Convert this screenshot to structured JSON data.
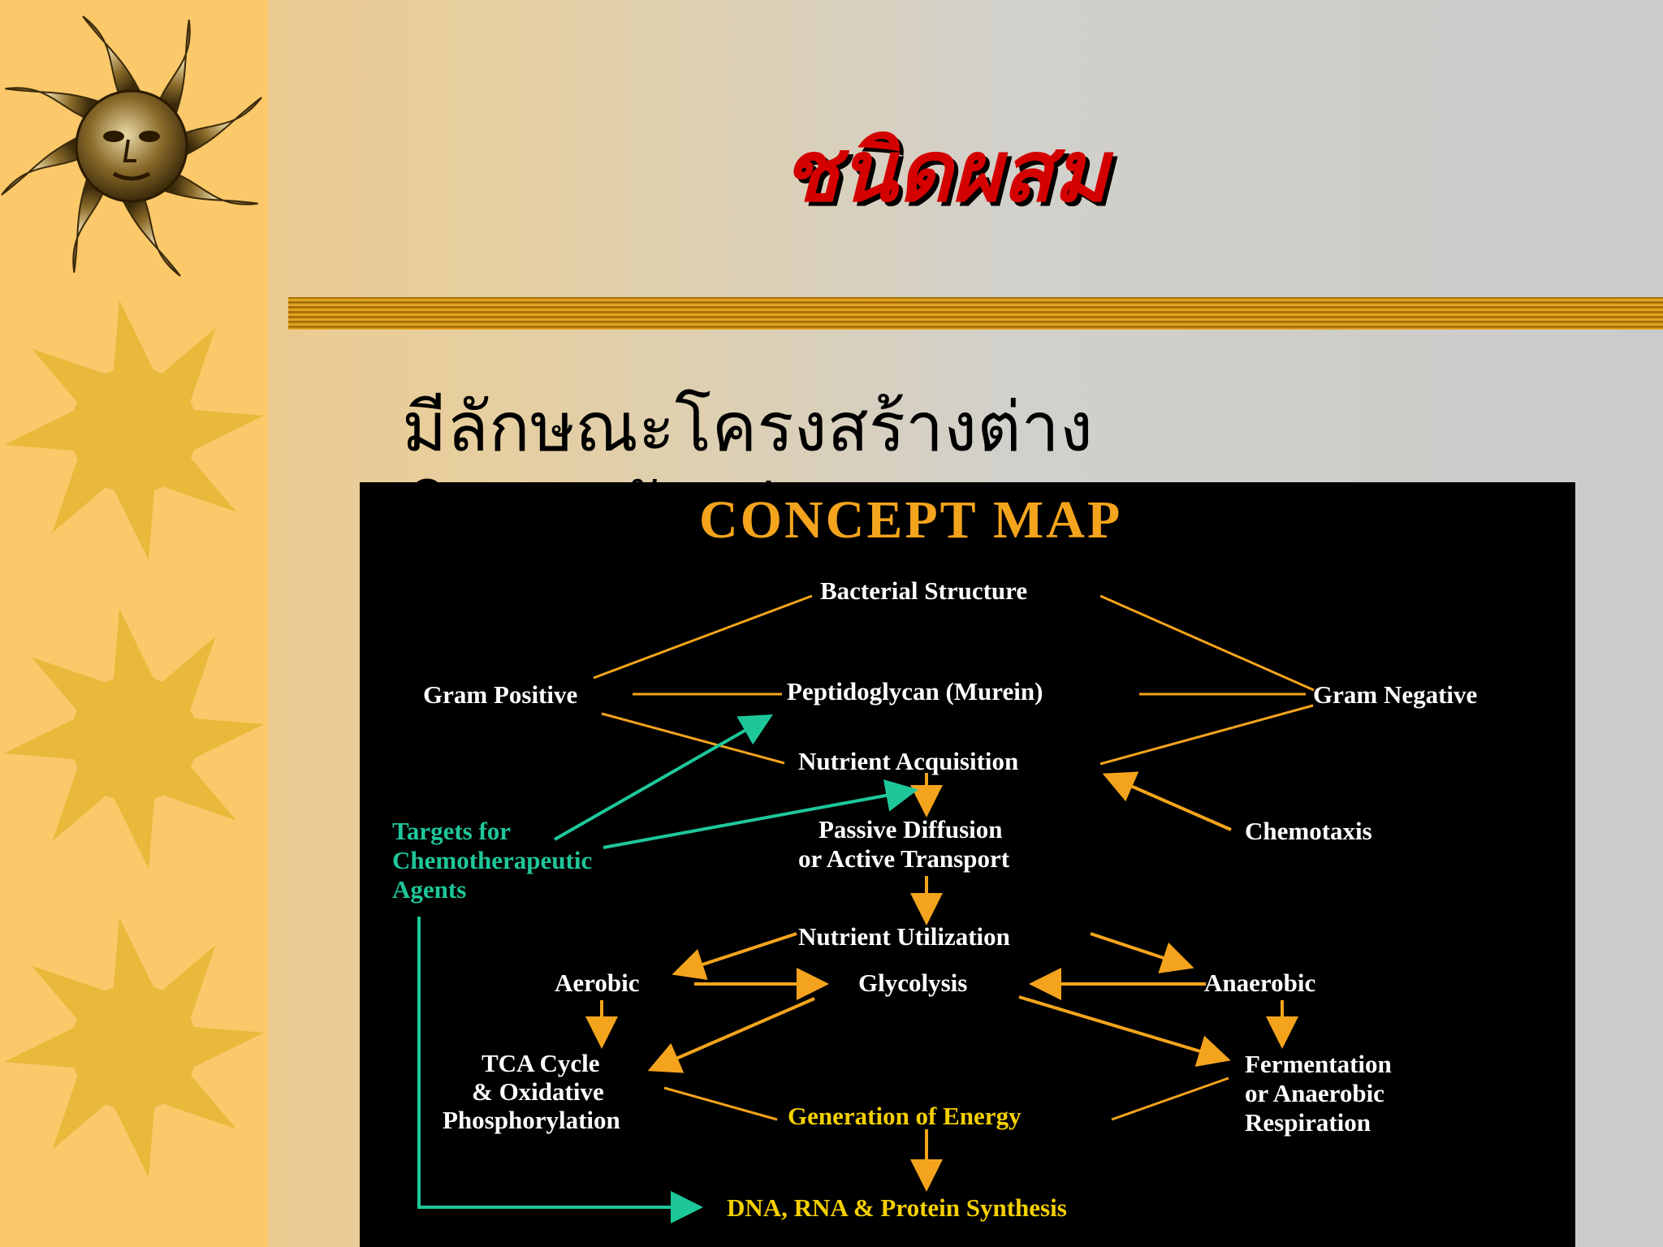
{
  "slide": {
    "title": "ชนิดผสม",
    "subtitle_line1": "มีลักษณะโครงสร้างต่าง",
    "subtitle_line2": "ๆ ผิดจากตัวอย่าง"
  },
  "concept_map": {
    "heading": "CONCEPT MAP",
    "nodes": {
      "bacterial_structure": "Bacterial Structure",
      "gram_positive": "Gram Positive",
      "peptidoglycan": "Peptidoglycan (Murein)",
      "gram_negative": "Gram Negative",
      "nutrient_acquisition": "Nutrient Acquisition",
      "targets_line1": "Targets for",
      "targets_line2": "Chemotherapeutic",
      "targets_line3": "Agents",
      "passive_line1": "Passive Diffusion",
      "passive_line2": "or Active Transport",
      "chemotaxis": "Chemotaxis",
      "nutrient_utilization": "Nutrient Utilization",
      "aerobic": "Aerobic",
      "glycolysis": "Glycolysis",
      "anaerobic": "Anaerobic",
      "tca_line1": "TCA Cycle",
      "tca_line2": "& Oxidative",
      "tca_line3": "Phosphorylation",
      "fermentation_line1": "Fermentation",
      "fermentation_line2": "or Anaerobic",
      "fermentation_line3": "Respiration",
      "generation_of_energy": "Generation of Energy",
      "dna_rna_protein": "DNA, RNA & Protein Synthesis"
    },
    "colors": {
      "background": "#000000",
      "heading": "#f4a41c",
      "connector": "#f4a41c",
      "target_text": "#1ec79a",
      "highlight_text": "#f5d000",
      "node_text": "#ffffff"
    }
  },
  "decor": {
    "colors": {
      "sidebar": "#fbc86a",
      "sun_gold": "#e8b93a",
      "title_red": "#d40000"
    },
    "icons": [
      "sun-face-icon",
      "sun-icon",
      "sun-icon",
      "sun-icon"
    ]
  }
}
